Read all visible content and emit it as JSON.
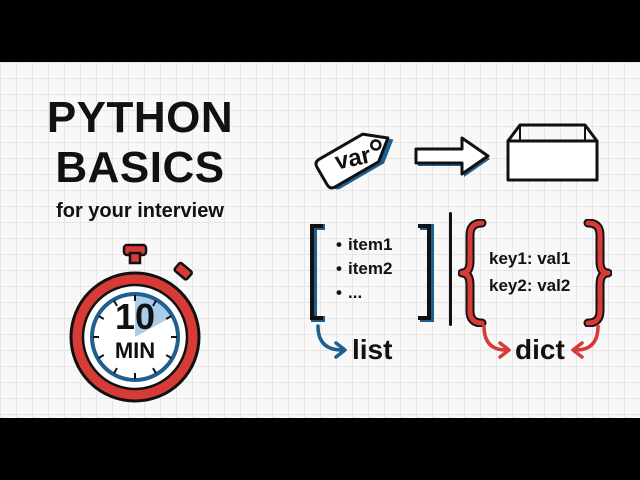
{
  "title": {
    "line1": "PYTHON",
    "line2": "BASICS",
    "subtitle": "for your interview"
  },
  "timer": {
    "number": "10",
    "unit": "MIN",
    "elapsed_fraction": 0.17
  },
  "variable_tag": {
    "label": "var"
  },
  "list_example": {
    "items": [
      "item1",
      "item2",
      "..."
    ],
    "caption": "list"
  },
  "dict_example": {
    "items": [
      "key1: val1",
      "key2: val2"
    ],
    "caption": "dict"
  },
  "colors": {
    "text": "#111111",
    "blue": "#1f5f8f",
    "red": "#d83a35",
    "timer_fill": "#a9cde8",
    "grid": "#e6e6e6",
    "background": "#f8f8f8"
  }
}
